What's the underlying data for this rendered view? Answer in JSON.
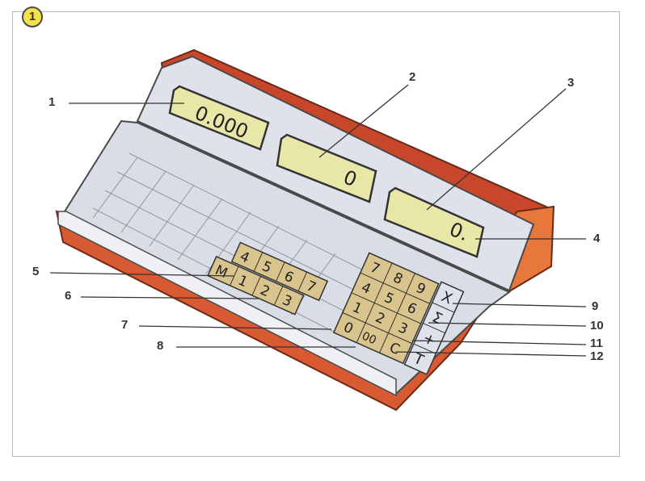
{
  "figure_badge": "1",
  "displays": {
    "primary": "0.000",
    "secondary": "0",
    "tertiary": "0."
  },
  "callouts": [
    "1",
    "2",
    "3",
    "4",
    "5",
    "6",
    "7",
    "8",
    "9",
    "10",
    "11",
    "12"
  ],
  "keypad_left": {
    "top_row": [
      "4",
      "5",
      "6",
      "7"
    ],
    "bottom_row": [
      "M",
      "1",
      "2",
      "3"
    ]
  },
  "keypad_right": {
    "row1": [
      "7",
      "8",
      "9"
    ],
    "row2": [
      "4",
      "5",
      "6"
    ],
    "row3": [
      "1",
      "2",
      "3"
    ],
    "row4": [
      "0",
      "00",
      "C"
    ]
  },
  "function_keys": [
    "X",
    "Σ",
    "+",
    "T"
  ],
  "colors": {
    "body_red": "#c8472a",
    "body_orange": "#e87a3e",
    "panel_grey": "#d9dde6",
    "display_yellow": "#e9e7a8",
    "key_tan": "#d8c48c",
    "badge_yellow": "#f6e04a"
  }
}
